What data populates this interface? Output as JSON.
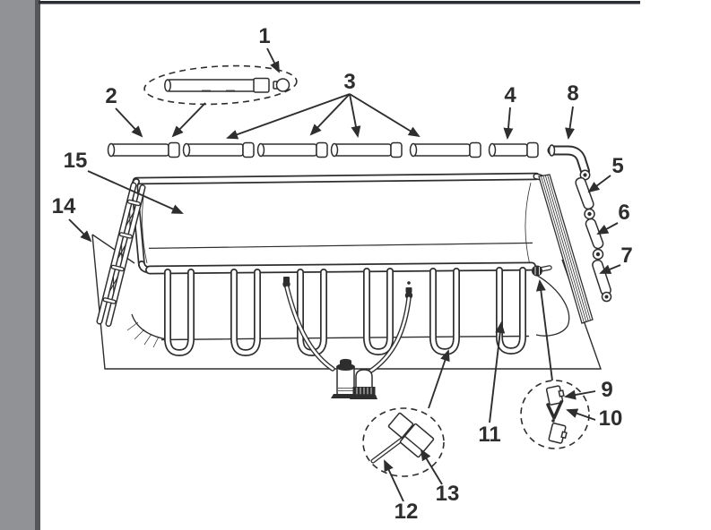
{
  "colors": {
    "ink": "#2e2e2e",
    "page": "#ffffff",
    "scan_bar": "#919296",
    "scan_bar_edge": "#55565a",
    "top_edge": "#2b2e33"
  },
  "diagram": {
    "callouts": [
      {
        "label": "1"
      },
      {
        "label": "2"
      },
      {
        "label": "3"
      },
      {
        "label": "4"
      },
      {
        "label": "5"
      },
      {
        "label": "6"
      },
      {
        "label": "7"
      },
      {
        "label": "8"
      },
      {
        "label": "9"
      },
      {
        "label": "10"
      },
      {
        "label": "11"
      },
      {
        "label": "12"
      },
      {
        "label": "13"
      },
      {
        "label": "14"
      },
      {
        "label": "15"
      }
    ]
  }
}
